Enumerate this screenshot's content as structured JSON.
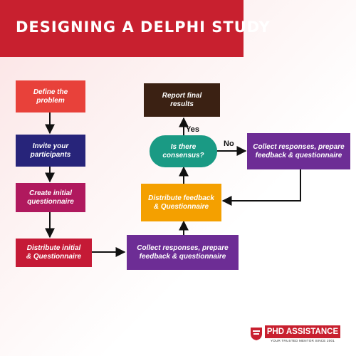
{
  "title": "DESIGNING A DELPHI STUDY",
  "colors": {
    "title_bar": "#c8202f",
    "red": "#e8413a",
    "navy": "#27247a",
    "magenta": "#b0195e",
    "crimson": "#c51a36",
    "purple": "#6d2d95",
    "orange": "#f4a000",
    "teal": "#1a9a84",
    "brown": "#3b2113"
  },
  "steps": {
    "define": "Define the\nproblem",
    "invite": "Invite your\nparticipants",
    "create": "Create initial\nquestionnaire",
    "distribute_initial": "Distribute initial\n& Questionnaire",
    "collect_bottom": "Collect responses, prepare\nfeedback & questionnaire",
    "distribute_feedback": "Distribute feedback\n& Questionnaire",
    "consensus": "Is there\nconsensus?",
    "collect_right": "Collect responses, prepare\nfeedback & questionnaire",
    "report": "Report final\nresults"
  },
  "labels": {
    "yes": "Yes",
    "no": "No"
  },
  "logo": {
    "name": "PHD ASSISTANCE",
    "tagline": "YOUR TRUSTED MENTOR SINCE 2001"
  }
}
